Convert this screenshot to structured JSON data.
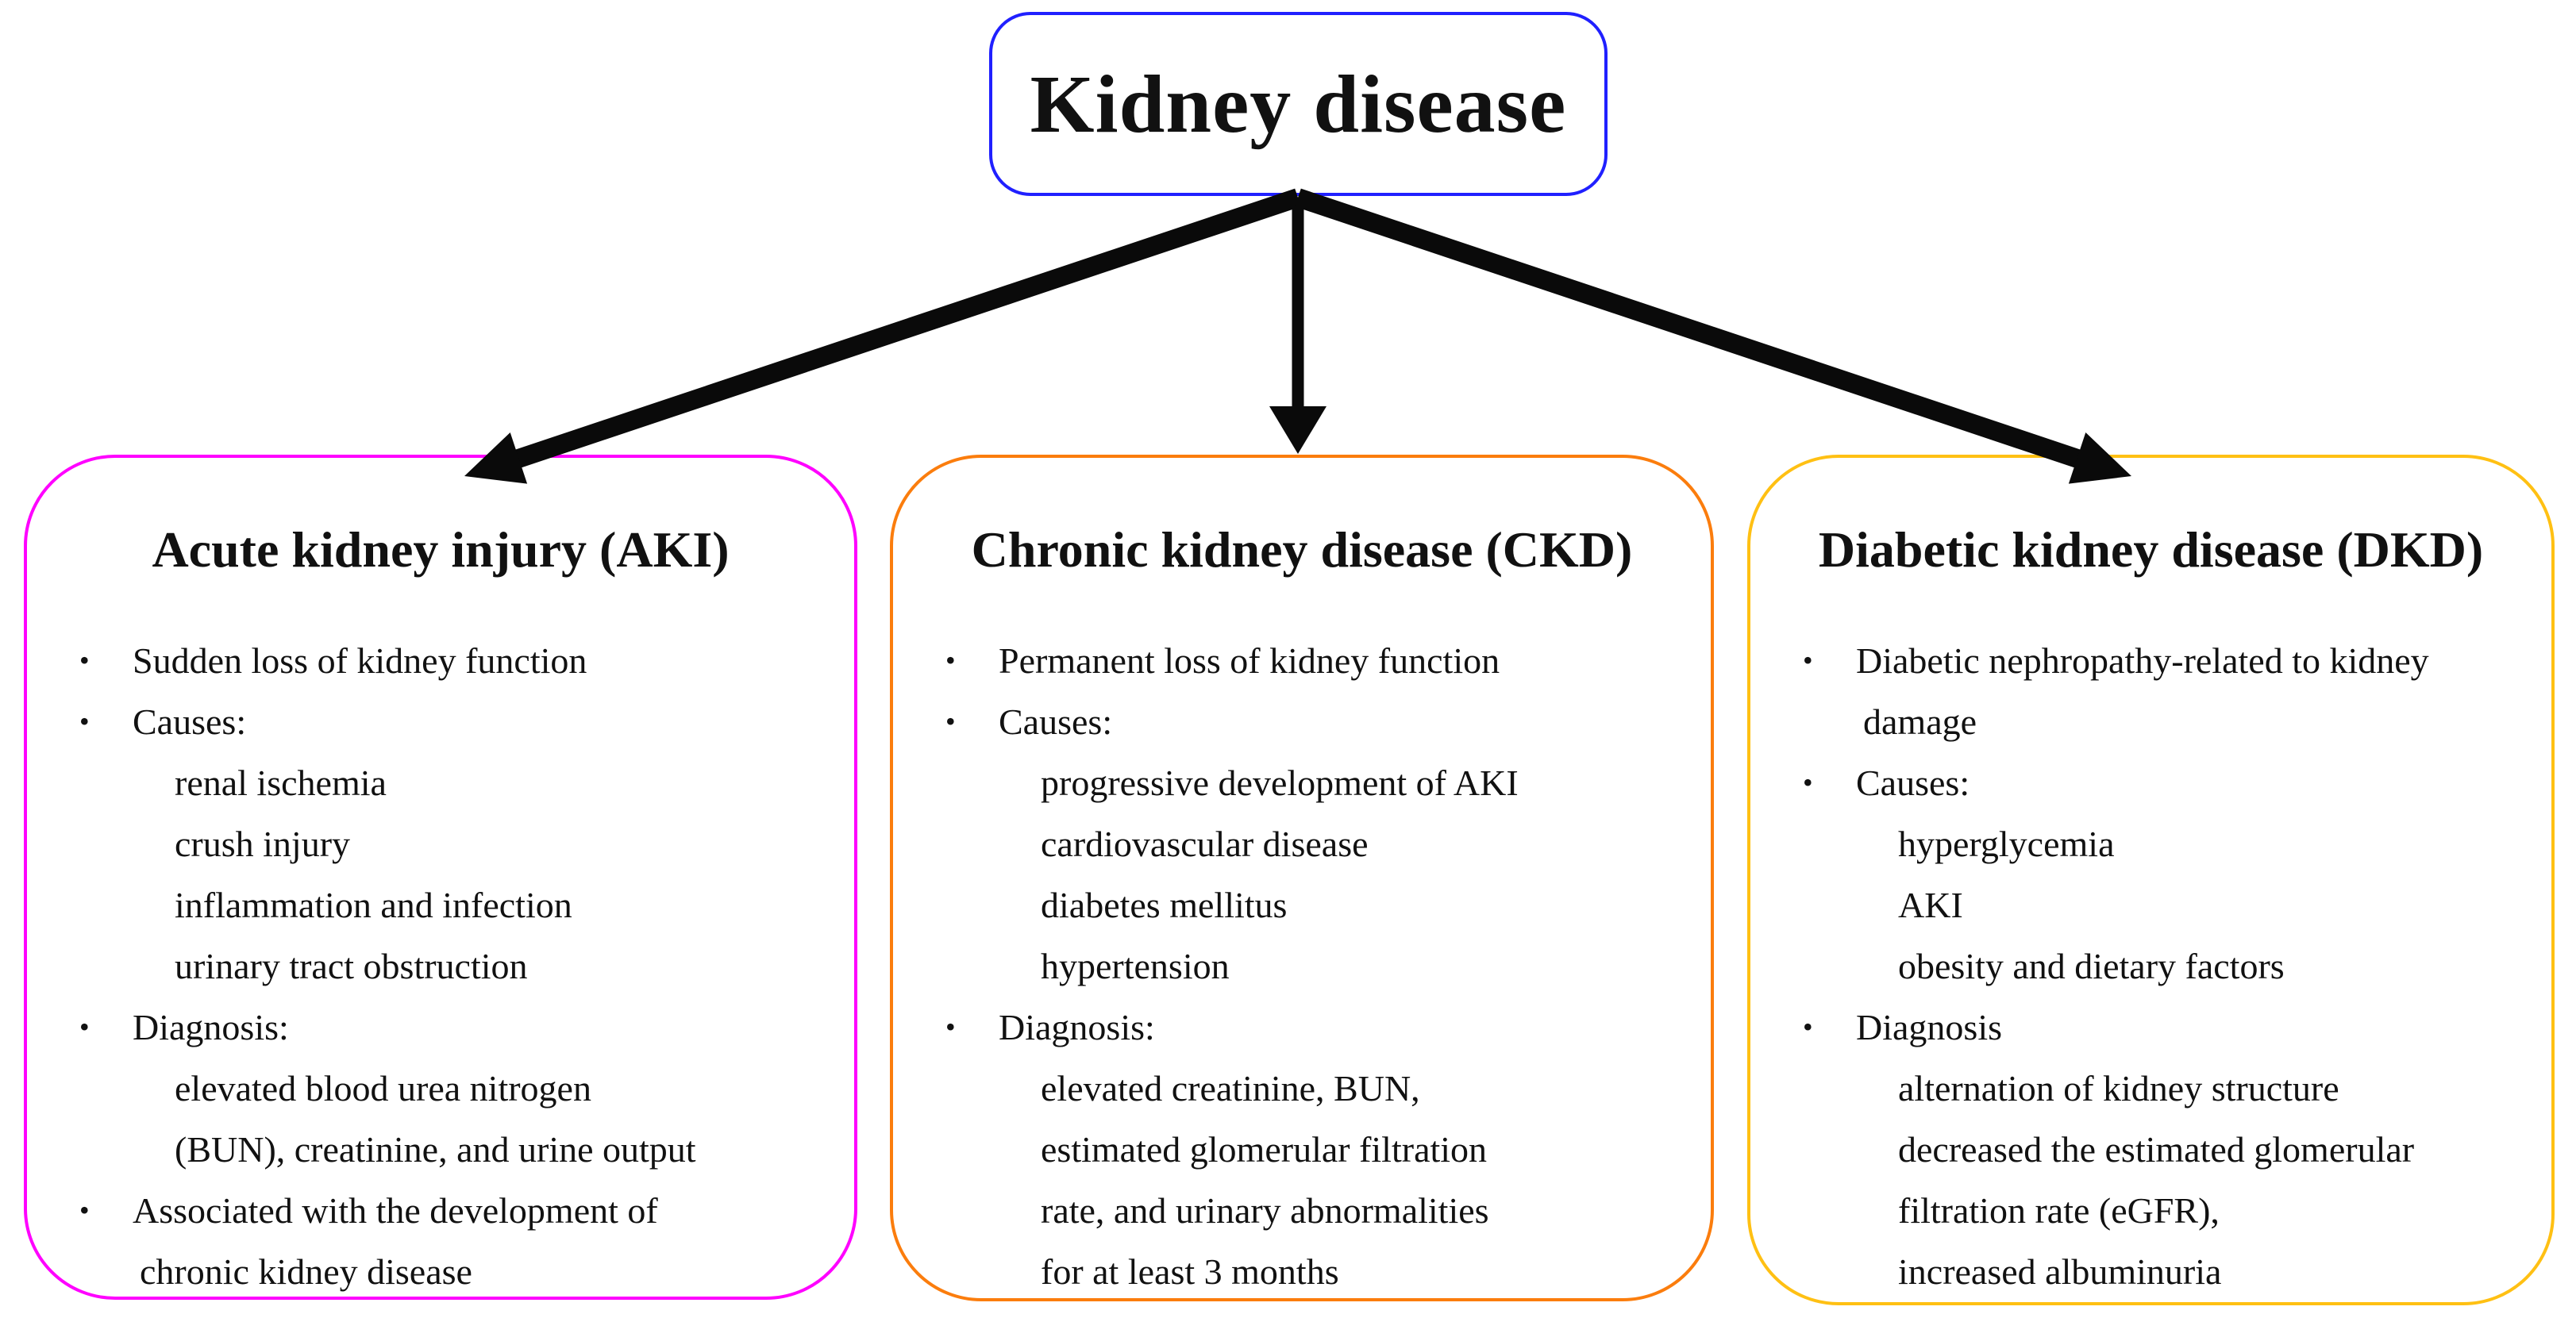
{
  "diagram": {
    "bullet_glyph": "•",
    "arrow_color": "#0a0a0a",
    "root": {
      "label": "Kidney disease",
      "border_color": "#2020ff"
    },
    "boxes": [
      {
        "id": "aki",
        "title": "Acute kidney injury (AKI)",
        "border_color": "#ff00ff",
        "lines": [
          {
            "type": "bullet",
            "text": "Sudden loss of kidney function"
          },
          {
            "type": "bullet",
            "text": "Causes:"
          },
          {
            "type": "sub",
            "text": "renal ischemia"
          },
          {
            "type": "sub",
            "text": "crush injury"
          },
          {
            "type": "sub",
            "text": "inflammation and infection"
          },
          {
            "type": "sub",
            "text": "urinary tract obstruction"
          },
          {
            "type": "bullet",
            "text": "Diagnosis:"
          },
          {
            "type": "sub",
            "text": "elevated blood urea nitrogen"
          },
          {
            "type": "sub",
            "text": "(BUN), creatinine, and urine output"
          },
          {
            "type": "bullet",
            "text": "Associated with the development of"
          },
          {
            "type": "cont",
            "text": "chronic kidney disease"
          }
        ]
      },
      {
        "id": "ckd",
        "title": "Chronic kidney disease (CKD)",
        "border_color": "#fb7d0d",
        "lines": [
          {
            "type": "bullet",
            "text": "Permanent loss of kidney function"
          },
          {
            "type": "bullet",
            "text": "Causes:"
          },
          {
            "type": "sub",
            "text": "progressive development of AKI"
          },
          {
            "type": "sub",
            "text": "cardiovascular disease"
          },
          {
            "type": "sub",
            "text": "diabetes mellitus"
          },
          {
            "type": "sub",
            "text": "hypertension"
          },
          {
            "type": "bullet",
            "text": "Diagnosis:"
          },
          {
            "type": "sub",
            "text": "elevated creatinine, BUN,"
          },
          {
            "type": "sub",
            "text": "estimated glomerular filtration"
          },
          {
            "type": "sub",
            "text": "rate, and urinary abnormalities"
          },
          {
            "type": "sub",
            "text": "for at least 3 months"
          }
        ]
      },
      {
        "id": "dkd",
        "title": "Diabetic kidney disease (DKD)",
        "border_color": "#ffc013",
        "lines": [
          {
            "type": "bullet",
            "text": "Diabetic nephropathy-related to kidney"
          },
          {
            "type": "cont",
            "text": "damage"
          },
          {
            "type": "bullet",
            "text": "Causes:"
          },
          {
            "type": "sub",
            "text": "hyperglycemia"
          },
          {
            "type": "sub",
            "text": "AKI"
          },
          {
            "type": "sub",
            "text": "obesity and dietary factors"
          },
          {
            "type": "bullet",
            "text": "Diagnosis"
          },
          {
            "type": "sub",
            "text": "alternation of kidney structure"
          },
          {
            "type": "sub",
            "text": "decreased the estimated glomerular"
          },
          {
            "type": "sub",
            "text": "filtration rate (eGFR),"
          },
          {
            "type": "sub",
            "text": "increased albuminuria"
          }
        ]
      }
    ]
  }
}
